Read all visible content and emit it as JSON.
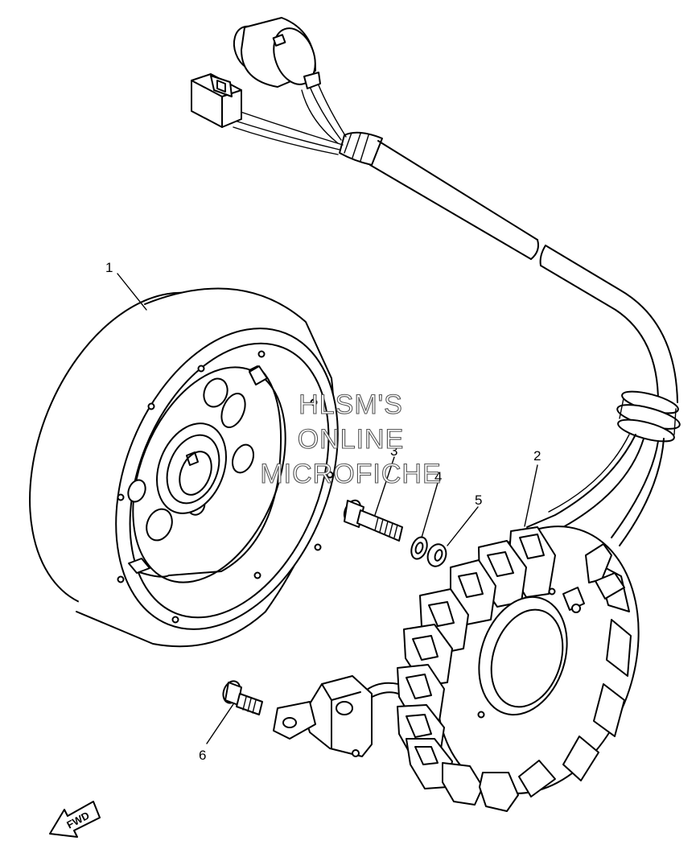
{
  "callouts": {
    "flywheel": "1",
    "stator": "2",
    "bolt": "3",
    "spring_washer": "4",
    "washer": "5",
    "screw": "6"
  },
  "watermark": {
    "line1": "HLSM'S",
    "line2": "ONLINE",
    "line3": "MICROFICHE"
  },
  "direction_label": "FWD"
}
